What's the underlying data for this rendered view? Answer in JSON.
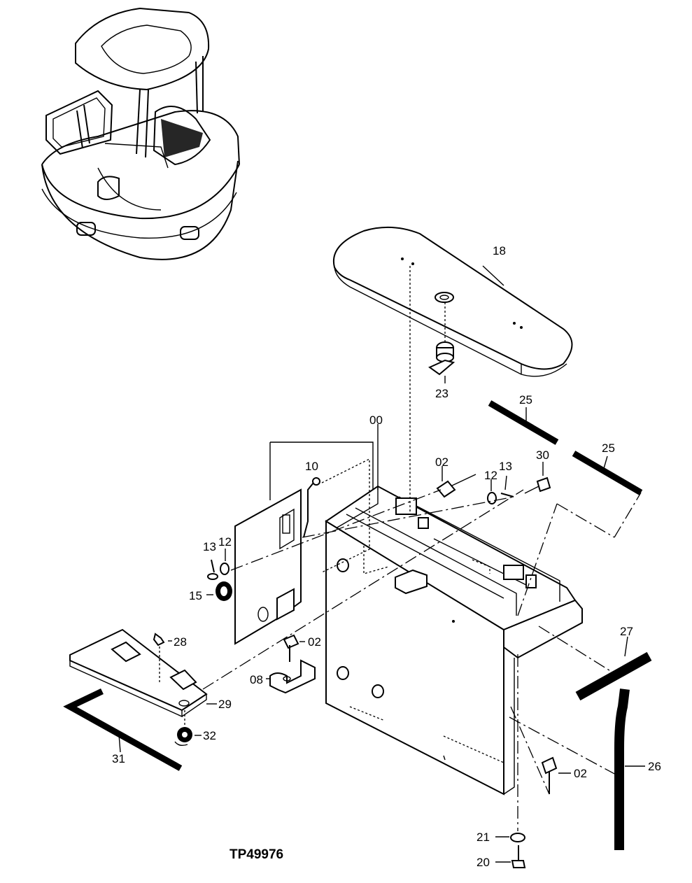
{
  "figure_id": "TP49976",
  "callouts": {
    "c00": "00",
    "c02a": "02",
    "c02b": "02",
    "c02c": "02",
    "c08": "08",
    "c10": "10",
    "c12a": "12",
    "c12b": "12",
    "c13a": "13",
    "c13b": "13",
    "c15": "15",
    "c18": "18",
    "c20": "20",
    "c21": "21",
    "c23": "23",
    "c25a": "25",
    "c25b": "25",
    "c26": "26",
    "c27": "27",
    "c28": "28",
    "c29": "29",
    "c30": "30",
    "c31": "31",
    "c32": "32"
  }
}
